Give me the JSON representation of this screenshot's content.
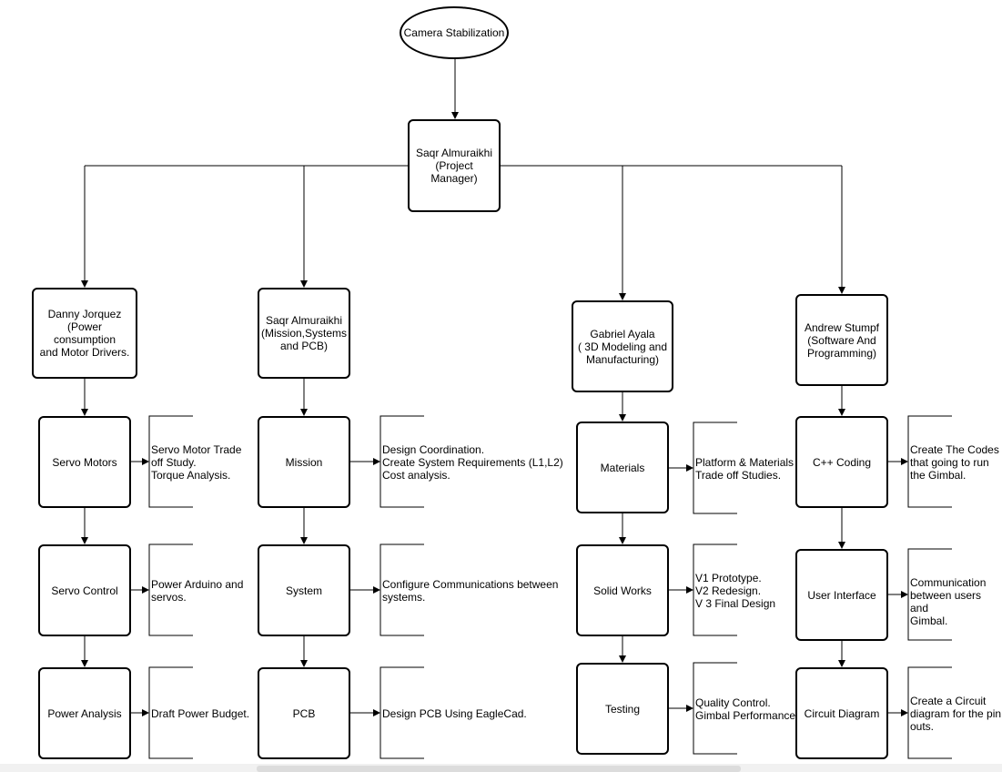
{
  "root": {
    "label": "Camera Stabilization"
  },
  "manager": {
    "label": "Saqr Almuraikhi\n(Project Manager)"
  },
  "members": [
    {
      "label": "Danny Jorquez\n(Power consumption\nand Motor Drivers."
    },
    {
      "label": "Saqr Almuraikhi\n(Mission,Systems\nand PCB)"
    },
    {
      "label": "Gabriel Ayala\n( 3D Modeling and\nManufacturing)"
    },
    {
      "label": "Andrew Stumpf\n(Software And\nProgramming)"
    }
  ],
  "tasks": [
    [
      {
        "label": "Servo Motors",
        "note": "Servo Motor Trade\noff Study.\nTorque Analysis."
      },
      {
        "label": "Servo Control",
        "note": "Power Arduino and\nservos."
      },
      {
        "label": "Power Analysis",
        "note": "Draft Power Budget."
      }
    ],
    [
      {
        "label": "Mission",
        "note": "Design Coordination.\nCreate System Requirements (L1,L2)\nCost analysis."
      },
      {
        "label": "System",
        "note": "Configure Communications between\nsystems."
      },
      {
        "label": "PCB",
        "note": "Design PCB Using EagleCad."
      }
    ],
    [
      {
        "label": "Materials",
        "note": "Platform & Materials\nTrade off Studies."
      },
      {
        "label": "Solid Works",
        "note": "V1 Prototype.\nV2 Redesign.\nV 3 Final Design"
      },
      {
        "label": "Testing",
        "note": "Quality Control.\nGimbal Performance"
      }
    ],
    [
      {
        "label": "C++ Coding",
        "note": "Create The Codes\nthat going to run\nthe Gimbal."
      },
      {
        "label": "User Interface",
        "note": "Communication\nbetween users and\nGimbal."
      },
      {
        "label": "Circuit Diagram",
        "note": "Create a Circuit\ndiagram for the pin\nouts."
      }
    ]
  ]
}
